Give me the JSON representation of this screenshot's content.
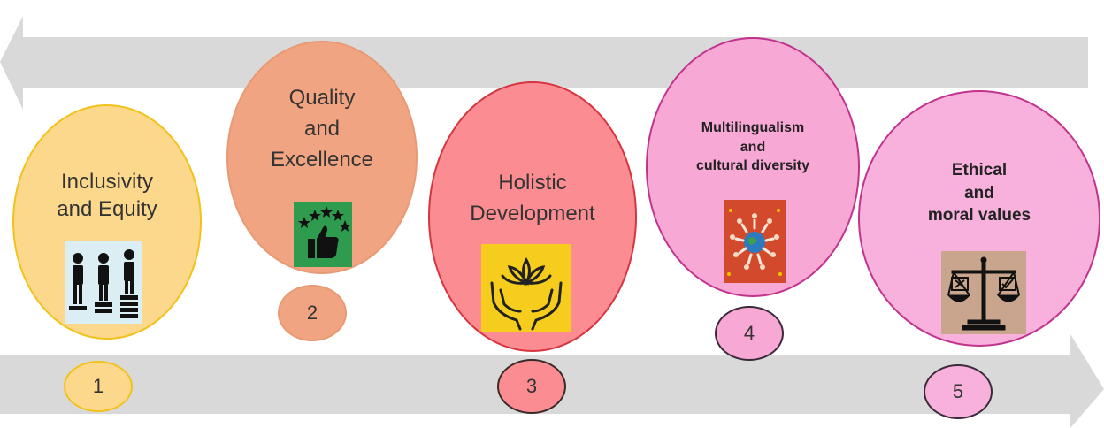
{
  "steps": [
    {
      "number": "1",
      "lines": [
        "Inclusivity",
        "and Equity"
      ],
      "icon": "people-on-steps-icon",
      "fill": "#fcd78a",
      "border": "#f2c21a"
    },
    {
      "number": "2",
      "lines": [
        "Quality",
        "and",
        "Excellence"
      ],
      "icon": "thumbs-up-stars-icon",
      "fill": "#f1a27f",
      "border": "#e79a73"
    },
    {
      "number": "3",
      "lines": [
        "Holistic",
        "Development"
      ],
      "icon": "lotus-hands-icon",
      "fill": "#fb8d92",
      "border": "#d6343f"
    },
    {
      "number": "4",
      "lines": [
        "Multilingualism",
        "and",
        "cultural diversity"
      ],
      "icon": "globe-people-icon",
      "fill": "#f7a8d5",
      "border": "#c1338d"
    },
    {
      "number": "5",
      "lines": [
        "Ethical",
        "and",
        "moral values"
      ],
      "icon": "balance-scale-icon",
      "fill": "#f7b1dc",
      "border": "#c1338d"
    }
  ],
  "colors": {
    "arrow": "#d9d9d9",
    "icon_people_bg": "#dbeef4",
    "icon_thumbs_bg": "#2e9b4f",
    "icon_lotus_bg": "#f7cd1d",
    "icon_globe_bg": "#d24a2b",
    "icon_scale_bg": "#caa58e"
  }
}
